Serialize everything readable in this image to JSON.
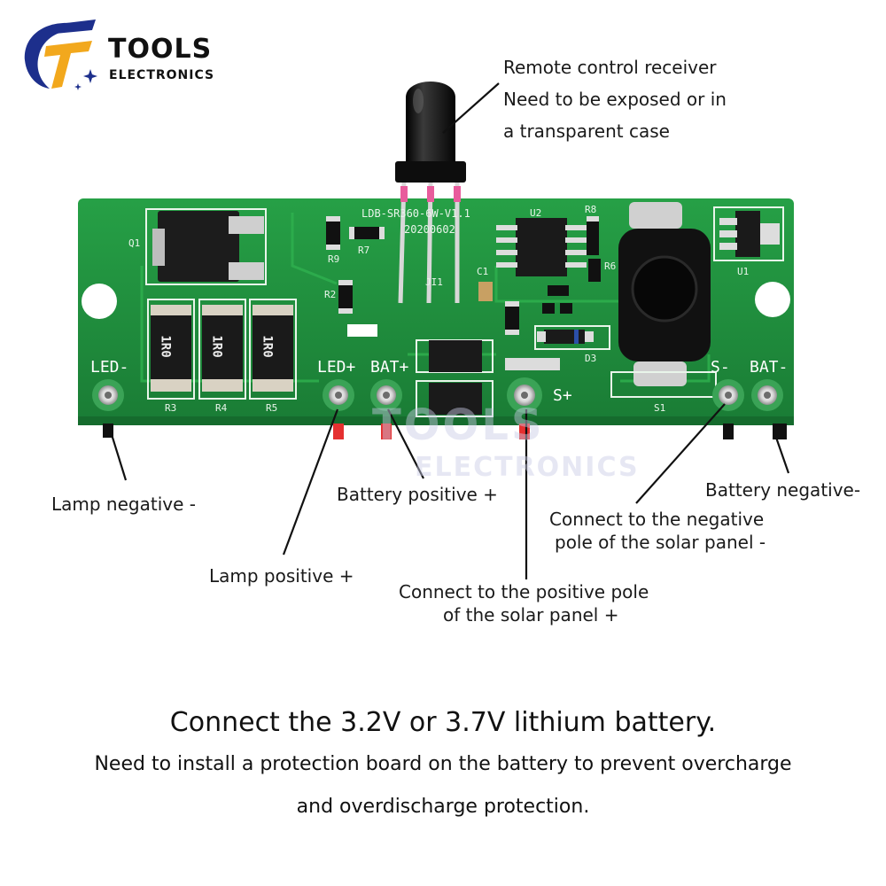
{
  "brand": {
    "name": "TOOLS",
    "subname": "ELECTRONICS",
    "colors": {
      "navy": "#1d2f8c",
      "gold": "#f2a81d",
      "text": "#111111"
    }
  },
  "watermark": {
    "line1": "TOOLS",
    "line2": "ELECTRONICS"
  },
  "pcb": {
    "board_color": "#1f8a3c",
    "board_id": "LDB-SR360-6W-V1.1",
    "board_date": "20200602",
    "pad_labels": {
      "led_minus": "LED-",
      "led_plus": "LED+",
      "bat_plus": "BAT+",
      "s_plus": "S+",
      "s_minus": "S-",
      "bat_minus": "BAT-"
    },
    "component_labels": {
      "q1": "Q1",
      "r3": "R3",
      "r4": "R4",
      "r5": "R5",
      "r7": "R7",
      "r9": "R9",
      "r2": "R2",
      "r8": "R8",
      "r6": "R6",
      "u1": "U1",
      "u2": "U2",
      "c1": "C1",
      "d3": "D3",
      "s1": "S1",
      "ji1": "JI1"
    },
    "resistor_marking": "1R0"
  },
  "callouts": {
    "remote_receiver": [
      "Remote control receiver",
      "Need to be exposed or in",
      "a transparent case"
    ],
    "lamp_negative": "Lamp negative -",
    "lamp_positive": "Lamp positive +",
    "battery_positive": "Battery positive +",
    "battery_negative": "Battery negative-",
    "solar_negative": [
      "Connect to the negative",
      "pole of the solar panel -"
    ],
    "solar_positive": [
      "Connect to the positive pole",
      "of the solar panel +"
    ]
  },
  "footer": {
    "title": "Connect the 3.2V or 3.7V lithium battery.",
    "note_line1": "Need to install a protection board on the battery to prevent overcharge",
    "note_line2": "and overdischarge protection."
  }
}
